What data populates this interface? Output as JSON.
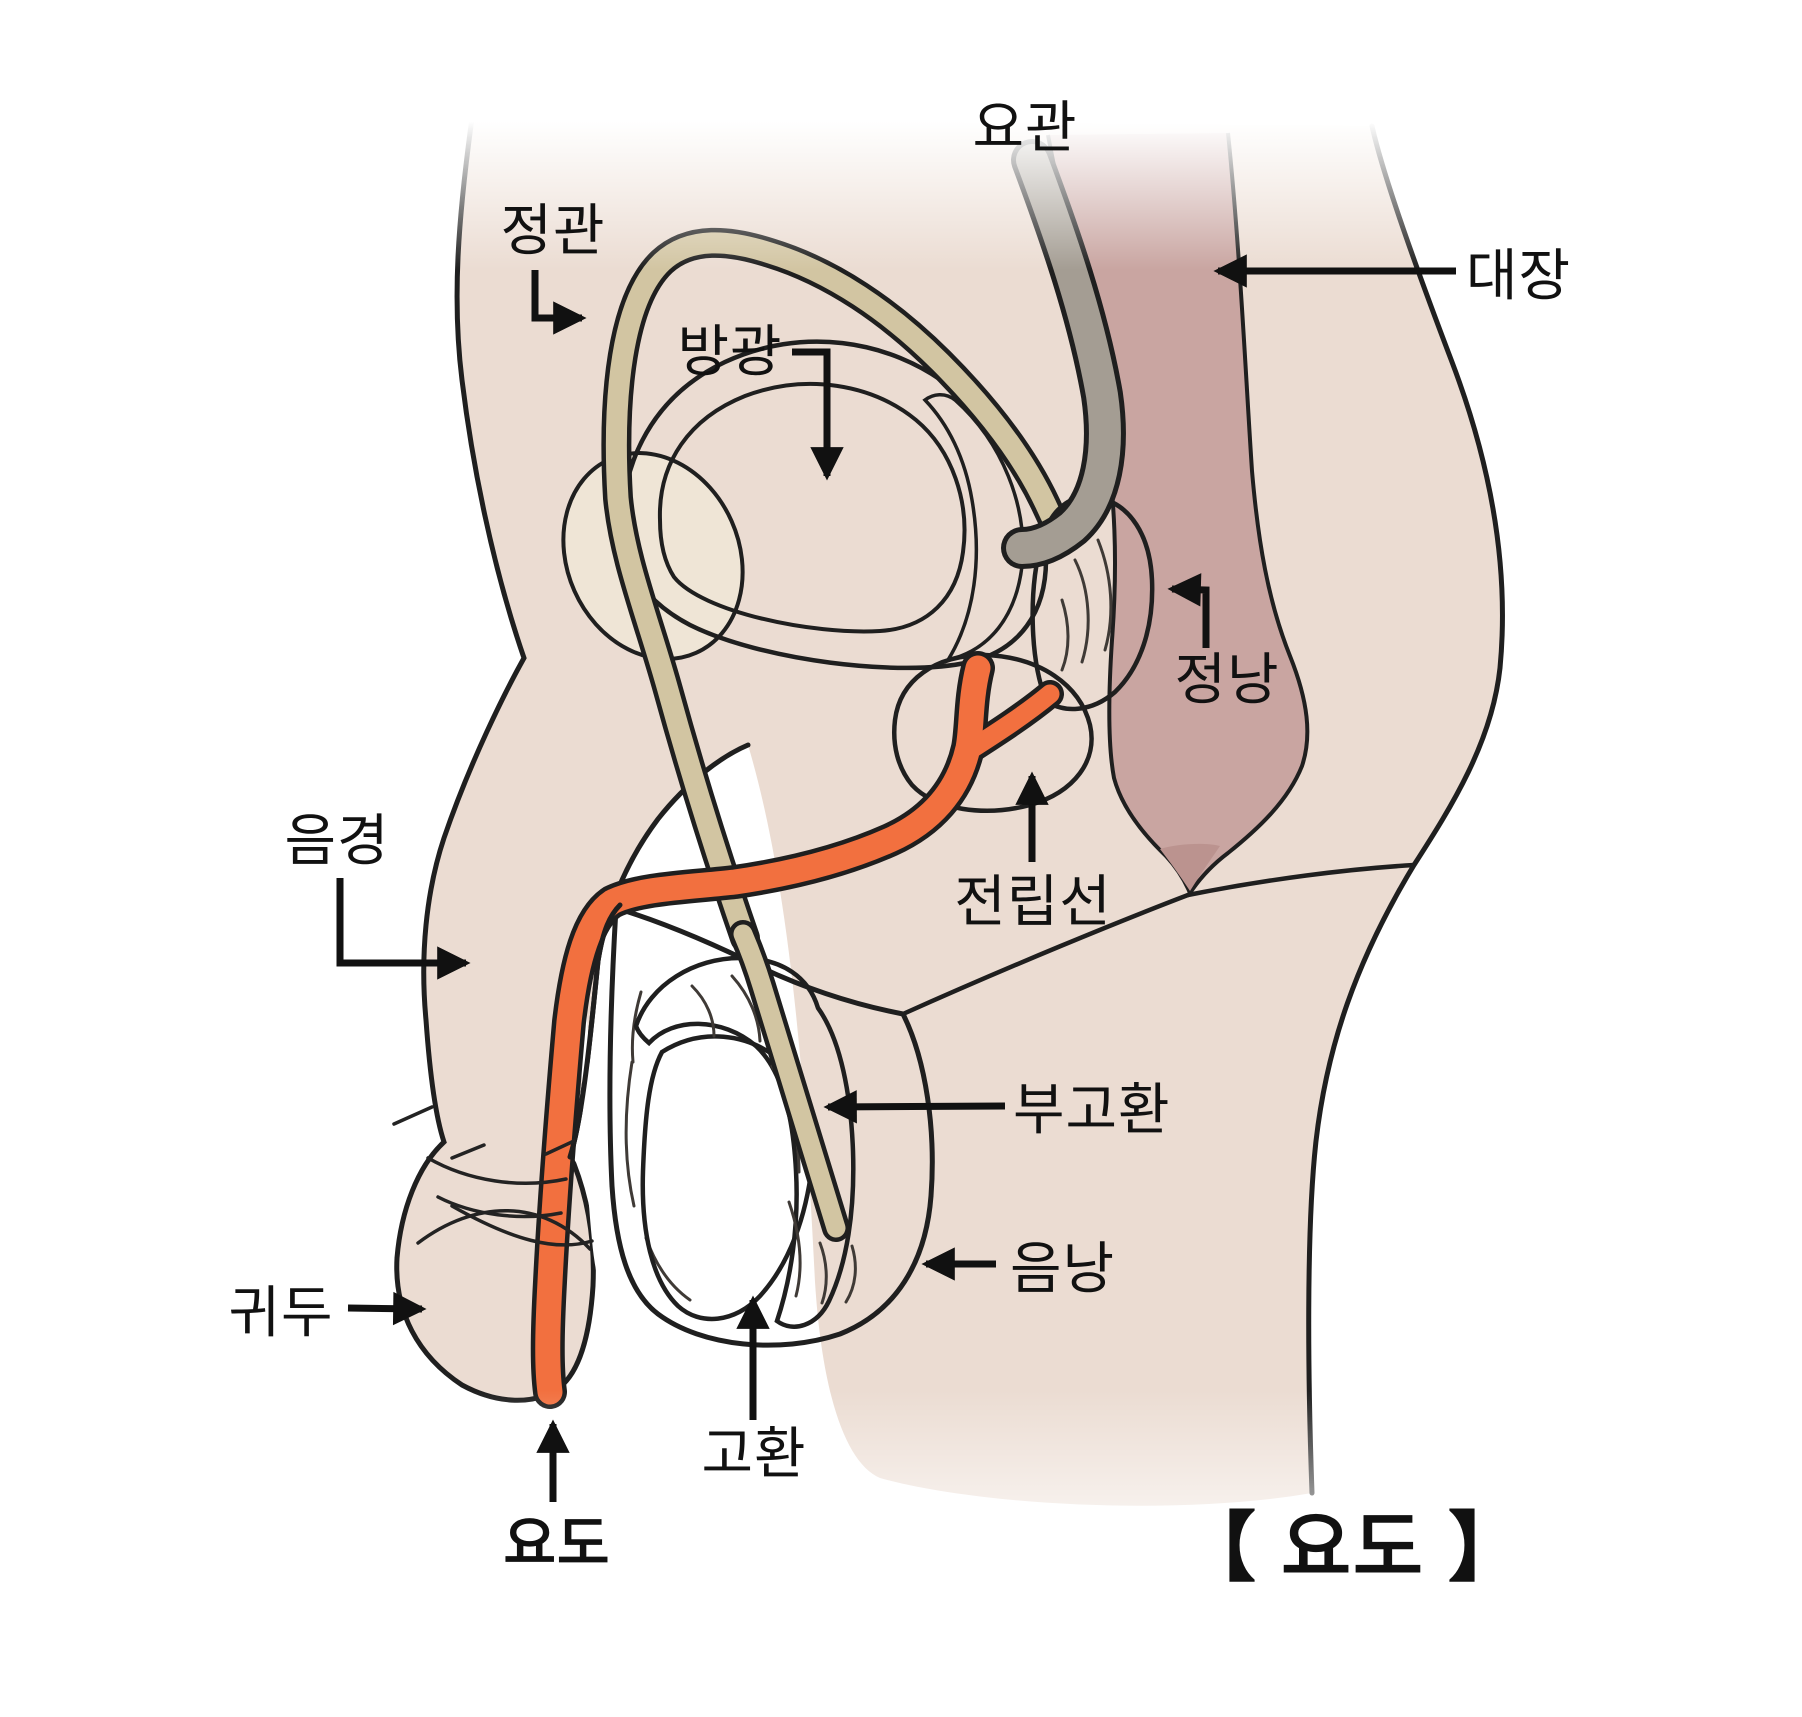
{
  "diagram": {
    "title": "【 요도 】",
    "labels": {
      "ureter": "요관",
      "vas_deferens": "정관",
      "bladder": "방광",
      "large_intestine": "대장",
      "seminal_vesicle": "정낭",
      "prostate": "전립선",
      "penis": "음경",
      "epididymis": "부고환",
      "scrotum": "음낭",
      "glans": "귀두",
      "testis": "고환",
      "urethra": "요도"
    },
    "colors": {
      "outline": "#1f1f1f",
      "label_text": "#111111",
      "skin": "#EBDCD2",
      "scrotum_skin": "#D8C0B5",
      "colon_pink": "#C9A5A1",
      "anus_shadow": "#BB938F",
      "bladder_wall": "#C6A89B",
      "bladder_interior": "#7E574A",
      "bladder_opening": "#EFE4D8",
      "pubic_bone": "#EFE5D6",
      "vas_deferens_tan": "#D2C5A2",
      "ureter_gray": "#A49D93",
      "seminal_vesicle_tan": "#C3B088",
      "prostate_mauve": "#996F7A",
      "urethra_orange": "#F2703F",
      "testis_gray": "#A49CAA",
      "epididymis_tan": "#BEAD88"
    }
  }
}
